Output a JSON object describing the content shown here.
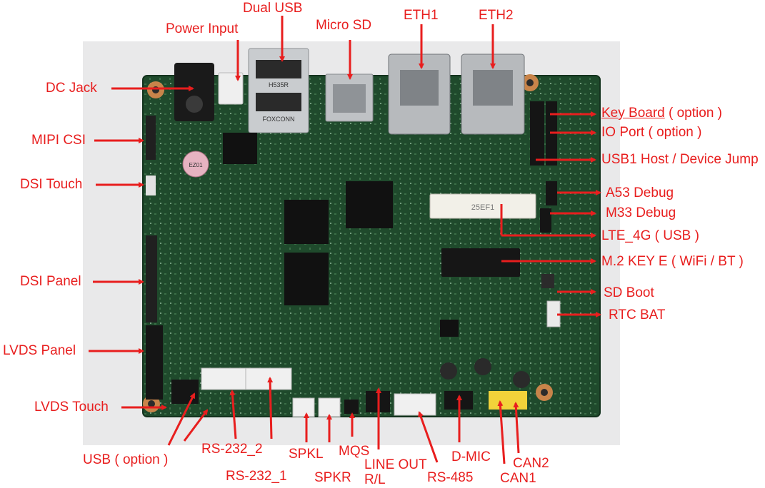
{
  "callouts": {
    "dual_usb": "Dual USB",
    "power_input": "Power Input",
    "micro_sd": "Micro SD",
    "eth1": "ETH1",
    "eth2": "ETH2",
    "dc_jack": "DC  Jack",
    "mipi_csi": "MIPI CSI",
    "dsi_touch": "DSI Touch",
    "dsi_panel": "DSI Panel",
    "lvds_panel": "LVDS Panel",
    "lvds_touch": "LVDS Touch",
    "usb_option": "USB ( option )",
    "rs232_2": "RS-232_2",
    "rs232_1": "RS-232_1",
    "spkl": "SPKL",
    "spkr": "SPKR",
    "mqs": "MQS",
    "line_out": "LINE OUT",
    "line_out_rl": "R/L",
    "rs485": "RS-485",
    "dmic": "D-MIC",
    "can1": "CAN1",
    "can2": "CAN2",
    "keyboard": "Key Board",
    "keyboard_suffix": " ( option )",
    "io_port": "IO Port ( option )",
    "usb1_host": "USB1 Host / Device Jump",
    "a53_debug": "A53 Debug",
    "m33_debug": "M33 Debug",
    "lte_4g": "LTE_4G ( USB )",
    "m2_key_e": "M.2 KEY E ( WiFi / BT )",
    "sd_boot": "SD Boot",
    "rtc_bat": "RTC BAT"
  },
  "colors": {
    "label": "#e81e1e",
    "pcb": "#1f4a2c",
    "background": "#ffffff"
  },
  "pcb_markings": {
    "usb_conn_brand": "FOXCONN",
    "usb_conn_model": "H535R",
    "lte_slot_marking": "25EF1",
    "battery_cap": "EZ01"
  }
}
